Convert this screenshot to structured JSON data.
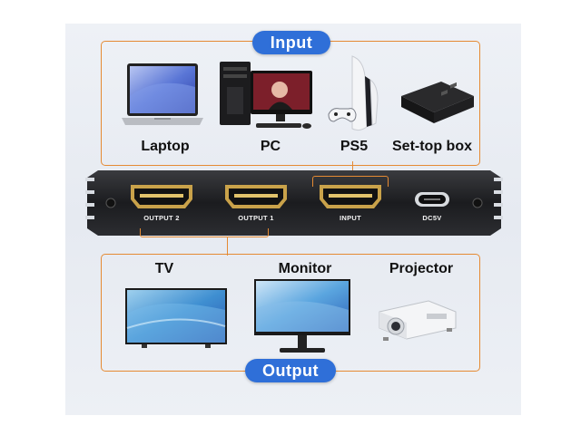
{
  "input_section": {
    "title": "Input",
    "devices": [
      "Laptop",
      "PC",
      "PS5",
      "Set-top box"
    ]
  },
  "switch_box": {
    "ports": [
      "OUTPUT 2",
      "OUTPUT 1",
      "INPUT",
      "DC5V"
    ]
  },
  "output_section": {
    "title": "Output",
    "devices": [
      "TV",
      "Monitor",
      "Projector"
    ]
  },
  "colors": {
    "accent": "#e58a33",
    "pill": "#2f6fd8",
    "panel": "#e9edf3"
  }
}
